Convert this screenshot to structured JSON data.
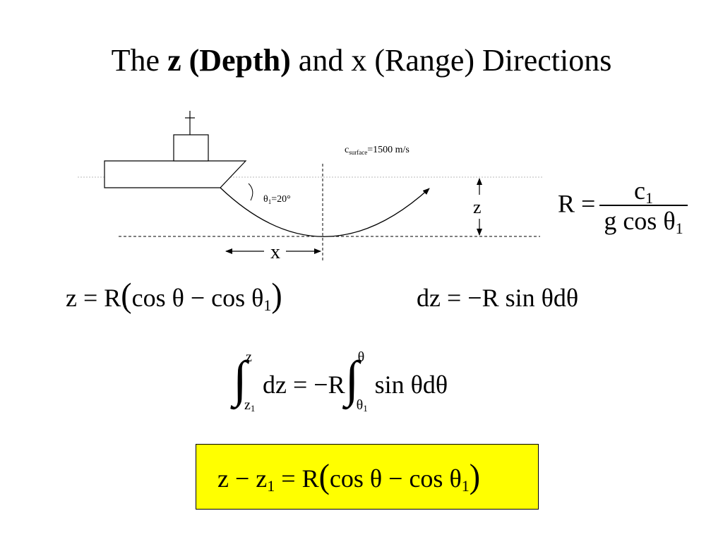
{
  "slide": {
    "title_prefix": "The ",
    "title_bold": "z (Depth)",
    "title_suffix": " and x (Range) Directions"
  },
  "diagram": {
    "sound_speed_symbol": "c",
    "sound_speed_subscript": "surface",
    "sound_speed_value": "=1500 m/s",
    "angle_symbol": "θ",
    "angle_subscript": "1",
    "angle_value": "=20°",
    "depth_label": "z",
    "range_label": "x"
  },
  "equations": {
    "radius": {
      "lhs": "R =",
      "numerator": "c",
      "numerator_sub": "1",
      "denominator": "g cos θ",
      "denominator_sub": "1"
    },
    "depth": {
      "text_a": "z = R",
      "text_b": "cos θ − cos θ",
      "sub": "1"
    },
    "differential": {
      "text": "dz = −R sin θdθ"
    },
    "integral": {
      "upper_a": "z",
      "lower_a": "z",
      "lower_a_sub": "1",
      "mid": "dz = −R",
      "upper_b": "θ",
      "lower_b": "θ",
      "lower_b_sub": "1",
      "tail": "sin θdθ"
    },
    "result": {
      "lhs": "z − z",
      "lhs_sub": "1",
      "rhs_a": " = R",
      "rhs_b": "cos θ − cos θ",
      "rhs_sub": "1"
    }
  },
  "colors": {
    "highlight": "#ffff00",
    "line": "#000000",
    "surface_line": "#b8b8b8"
  }
}
